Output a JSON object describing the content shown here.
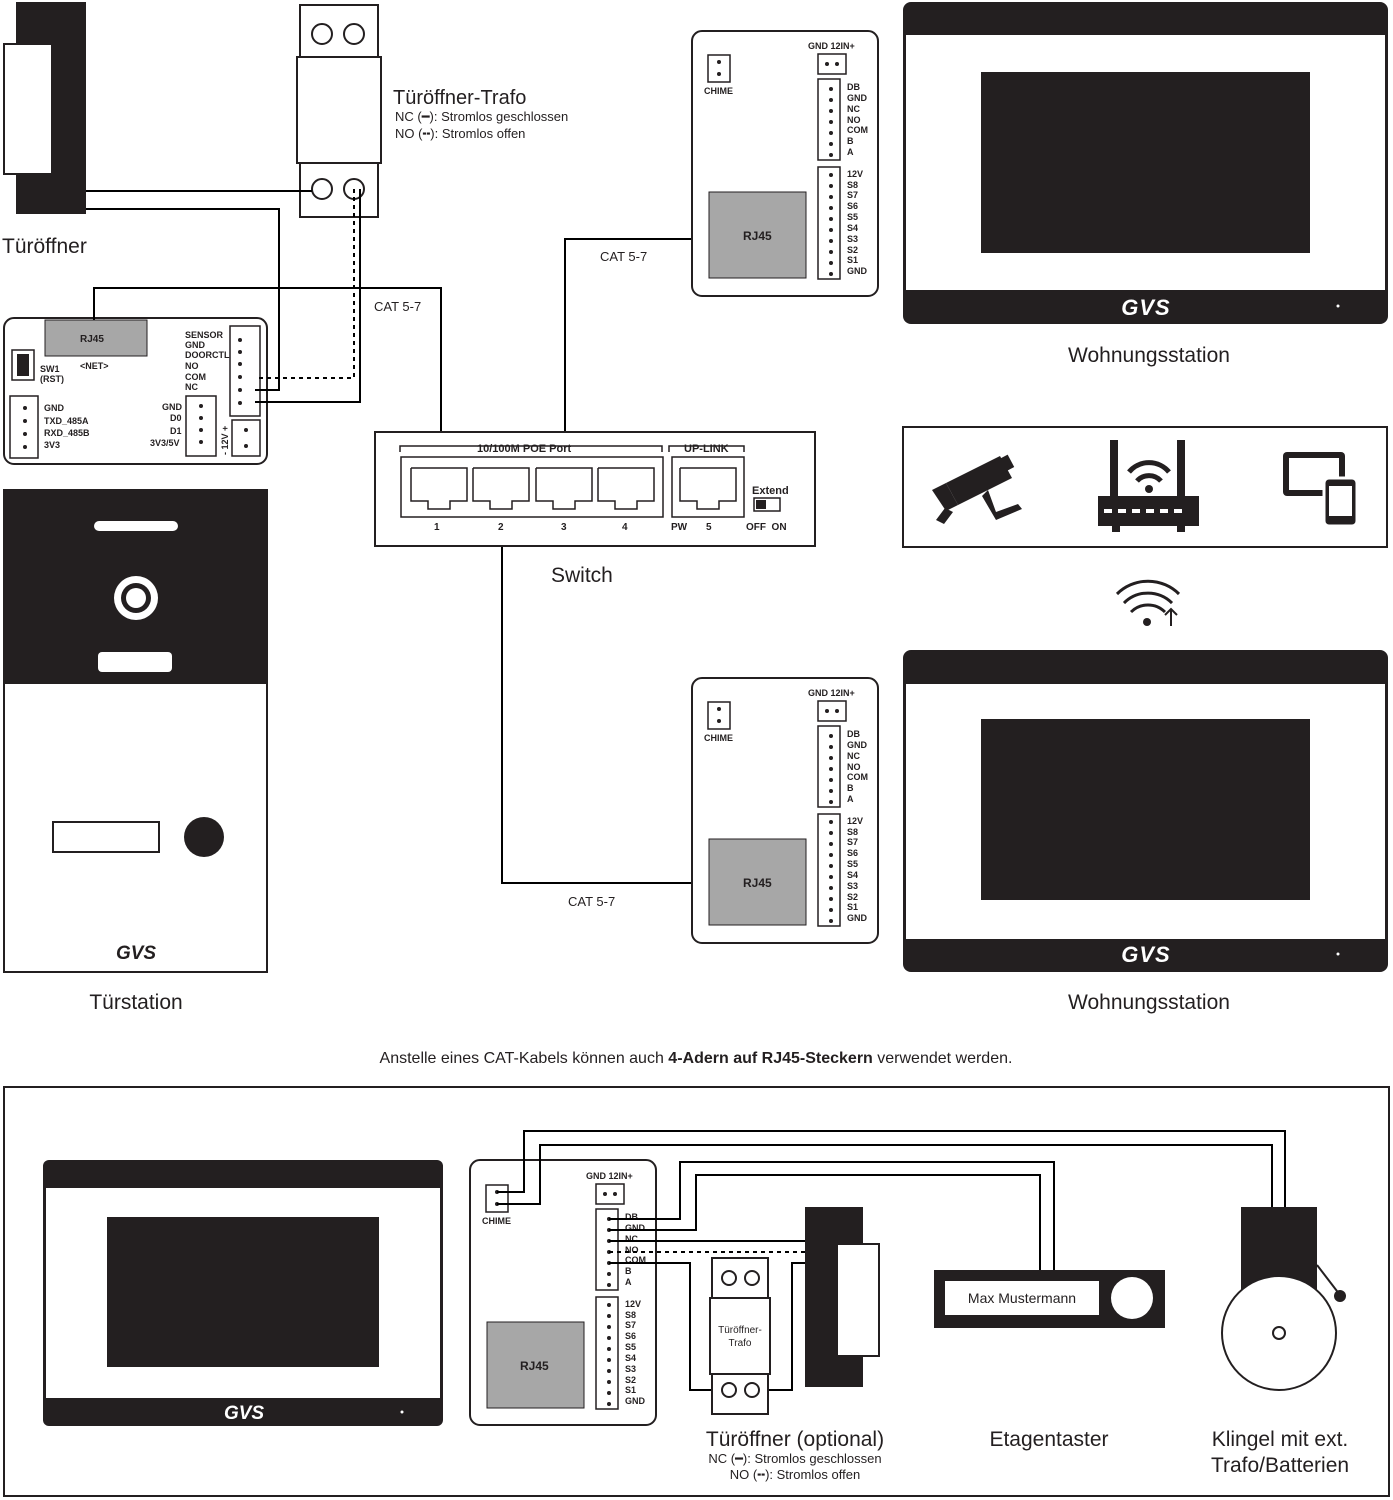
{
  "colors": {
    "dark": "#231f20",
    "gray": "#a7a7a7",
    "line": "#000000"
  },
  "labels": {
    "door_opener": "Türöffner",
    "trafo_title": "Türöffner-Trafo",
    "nc_text": "NC (━): Stromlos geschlossen",
    "no_text": "NO (╍): Stromlos offen",
    "door_station": "Türstation",
    "indoor_station": "Wohnungsstation",
    "switch": "Switch",
    "cat": "CAT 5-7",
    "brand": "GVS"
  },
  "door_module": {
    "rj45": "RJ45",
    "net": "<NET>",
    "sw1": "SW1",
    "rst": "(RST)",
    "pins_right": [
      "SENSOR",
      "GND",
      "DOORCTL",
      "NO",
      "COM",
      "NC"
    ],
    "pins_left": [
      "GND",
      "TXD_485A",
      "RXD_485B",
      "3V3"
    ],
    "pins_mid": [
      "GND",
      "D0",
      "D1",
      "3V3/5V"
    ],
    "power": "- 12V +"
  },
  "monitor_module": {
    "chime": "CHIME",
    "power": "GND 12IN+",
    "rj45": "RJ45",
    "pins_a": [
      "DB",
      "GND",
      "NC",
      "NO",
      "COM",
      "B",
      "A"
    ],
    "pins_b": [
      "12V",
      "S8",
      "S7",
      "S6",
      "S5",
      "S4",
      "S3",
      "S2",
      "S1",
      "GND"
    ]
  },
  "switch_box": {
    "poe": "10/100M POE Port",
    "uplink": "UP-LINK",
    "ports": [
      "1",
      "2",
      "3",
      "4"
    ],
    "pw": "PW",
    "port5": "5",
    "extend": "Extend",
    "off_on": "OFF  ON"
  },
  "note": {
    "pre": "Anstelle eines CAT-Kabels können auch ",
    "bold": "4-Adern auf RJ45-Steckern",
    "post": " verwendet werden."
  },
  "bottom": {
    "trafo_small_1": "Türöffner-",
    "trafo_small_2": "Trafo",
    "name_plate": "Max Mustermann",
    "door_opener_optional": "Türöffner (optional)",
    "nc_text": "NC (━): Stromlos geschlossen",
    "no_text": "NO (╍): Stromlos offen",
    "floor_button": "Etagentaster",
    "bell_1": "Klingel mit ext.",
    "bell_2": "Trafo/Batterien"
  },
  "icons": [
    "camera-icon",
    "router-icon",
    "devices-icon",
    "wifi-icon"
  ]
}
